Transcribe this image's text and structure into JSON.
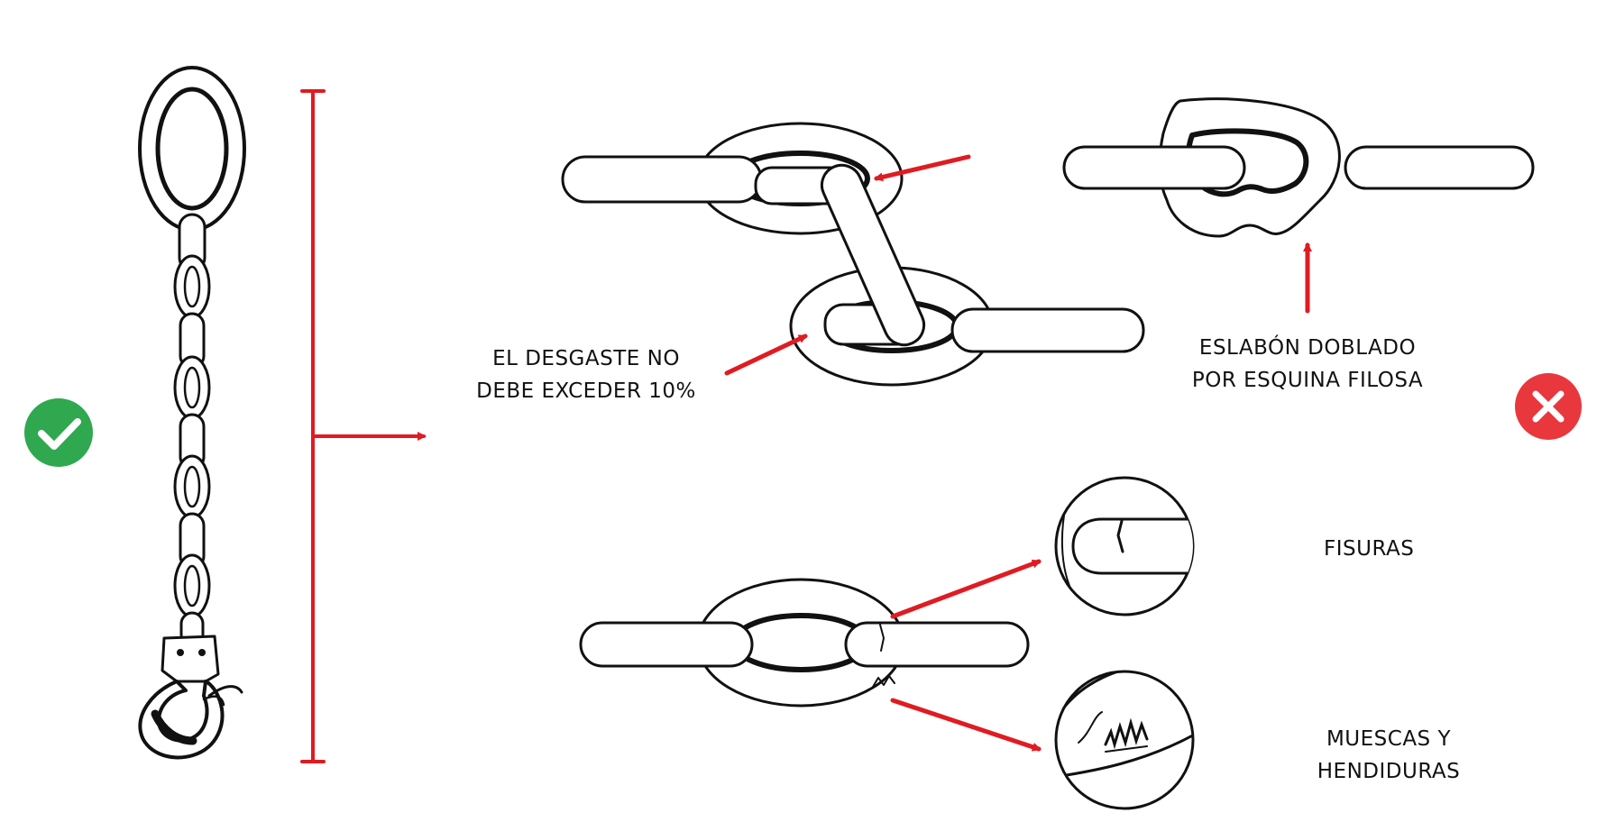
{
  "colors": {
    "background": "#ffffff",
    "ink": "#111111",
    "link_fill": "#ffffff",
    "arrow_red": "#e01b22",
    "check_green": "#2fa84f",
    "cross_red": "#e8383d",
    "badge_glyph": "#ffffff"
  },
  "icons": {
    "ok": "check-circle-icon",
    "bad": "close-circle-icon"
  },
  "labels": {
    "wear": {
      "line1": "EL DESGASTE NO",
      "line2": "DEBE EXCEDER 10%"
    },
    "bent": {
      "line1": "ESLABÓN DOBLADO",
      "line2": "POR ESQUINA FILOSA"
    },
    "cracks": {
      "line1": "FISURAS"
    },
    "nicks": {
      "line1": "MUESCAS Y",
      "line2": "HENDIDURAS"
    }
  }
}
